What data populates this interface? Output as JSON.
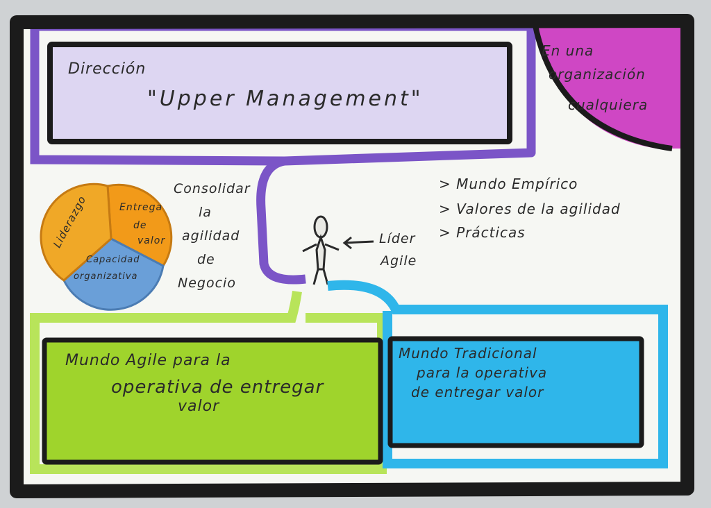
{
  "colors": {
    "frame": "#1b1b1b",
    "paper": "#f6f7f3",
    "purple": "#7b55c7",
    "lavender": "#ddd6f2",
    "magenta": "#cf47c4",
    "green": "#9fd42c",
    "light_green": "#b8e45a",
    "cyan": "#2fb6ea",
    "orange": "#f29a19",
    "blue": "#6a9fd8"
  },
  "direccion": {
    "label": "Dirección",
    "subtitle": "\"Upper Management\""
  },
  "organizacion": {
    "line1": "En una",
    "line2": "organización",
    "line3": "cualquiera"
  },
  "pie": {
    "liderazgo": "Liderazgo",
    "entrega_line1": "Entrega",
    "entrega_line2": "de",
    "entrega_line3": "valor",
    "capacidad_line1": "Capacidad",
    "capacidad_line2": "organizativa"
  },
  "consolidar": {
    "line1": "Consolidar",
    "line2": "la",
    "line3": "agilidad",
    "line4": "de",
    "line5": "Negocio"
  },
  "lider": {
    "line1": "Líder",
    "line2": "Agile"
  },
  "bullets": {
    "item1": "> Mundo Empírico",
    "item2": "> Valores de la agilidad",
    "item3": "> Prácticas"
  },
  "agile": {
    "line1": "Mundo Agile para la",
    "line2": "operativa de entregar",
    "line3": "valor"
  },
  "tradicional": {
    "line1": "Mundo Tradicional",
    "line2": "para la operativa",
    "line3": "de entregar valor"
  }
}
